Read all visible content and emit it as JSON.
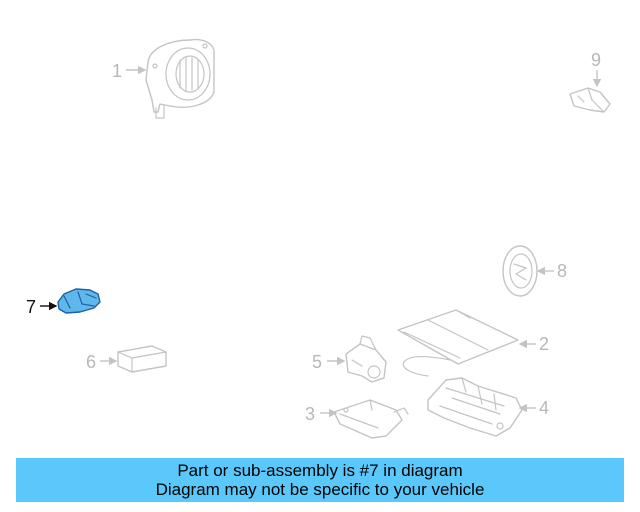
{
  "diagram": {
    "callouts": [
      "1",
      "2",
      "3",
      "4",
      "5",
      "6",
      "7",
      "8",
      "9"
    ],
    "highlighted_part": "7",
    "highlight_color": "#5fb8ec",
    "outline_color": "#1f5fa8"
  },
  "banner": {
    "line1": "Part or sub-assembly is #7 in diagram",
    "line2": "Diagram may not be specific to your vehicle",
    "background": "#5ac8fa"
  }
}
